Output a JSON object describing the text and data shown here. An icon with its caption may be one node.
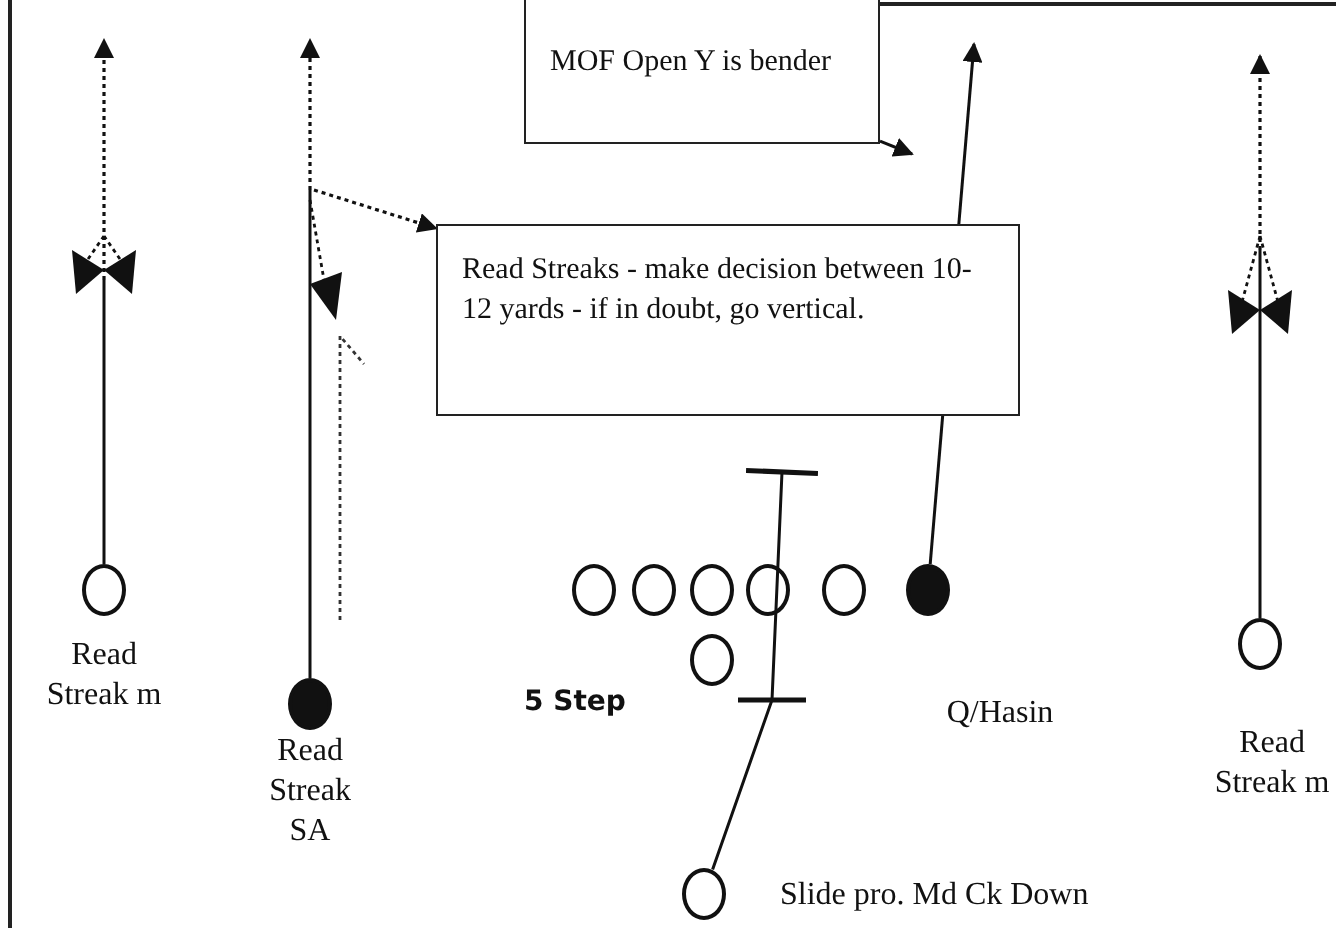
{
  "diagram": {
    "nodes": [
      {
        "text": [],
        "shape": "circle",
        "beside": [
          "Read Streak m"
        ]
      },
      {
        "text": [],
        "shape": "circle",
        "beside": [
          "Read Streak SA"
        ]
      },
      {
        "text": [],
        "shape": "circle"
      },
      {
        "text": [],
        "shape": "circle"
      },
      {
        "text": [],
        "shape": "circle"
      },
      {
        "text": [],
        "shape": "circle"
      },
      {
        "text": [],
        "shape": "circle"
      },
      {
        "text": [],
        "shape": "circle",
        "beside": [
          "Q/Hasin"
        ]
      },
      {
        "text": [],
        "shape": "circle"
      },
      {
        "text": [],
        "shape": "circle",
        "beside": [
          "Slide pro. Md Ck Down"
        ]
      },
      {
        "text": [],
        "shape": "circle",
        "beside": [
          "Read Streak m"
        ]
      },
      {
        "text": [
          "MOF Open Y is bender"
        ]
      },
      {
        "text": [
          "Read Streaks - make decision between 10-12 yards - if in doubt, go vertical."
        ]
      }
    ],
    "edges": [
      {
        "from": 0,
        "to": null,
        "arrow": "to"
      },
      {
        "from": 1,
        "to": null,
        "arrow": "to"
      },
      {
        "from": null,
        "to": 12,
        "arrow": "to",
        "style": "dashed"
      },
      {
        "from": 10,
        "to": null,
        "arrow": "to"
      },
      {
        "from": 7,
        "to": null,
        "arrow": "to"
      },
      {
        "from": 11,
        "to": null,
        "arrow": "to"
      },
      {
        "from": 9,
        "to": null,
        "arrow": "other"
      }
    ],
    "labels": [
      "5 Step"
    ]
  }
}
